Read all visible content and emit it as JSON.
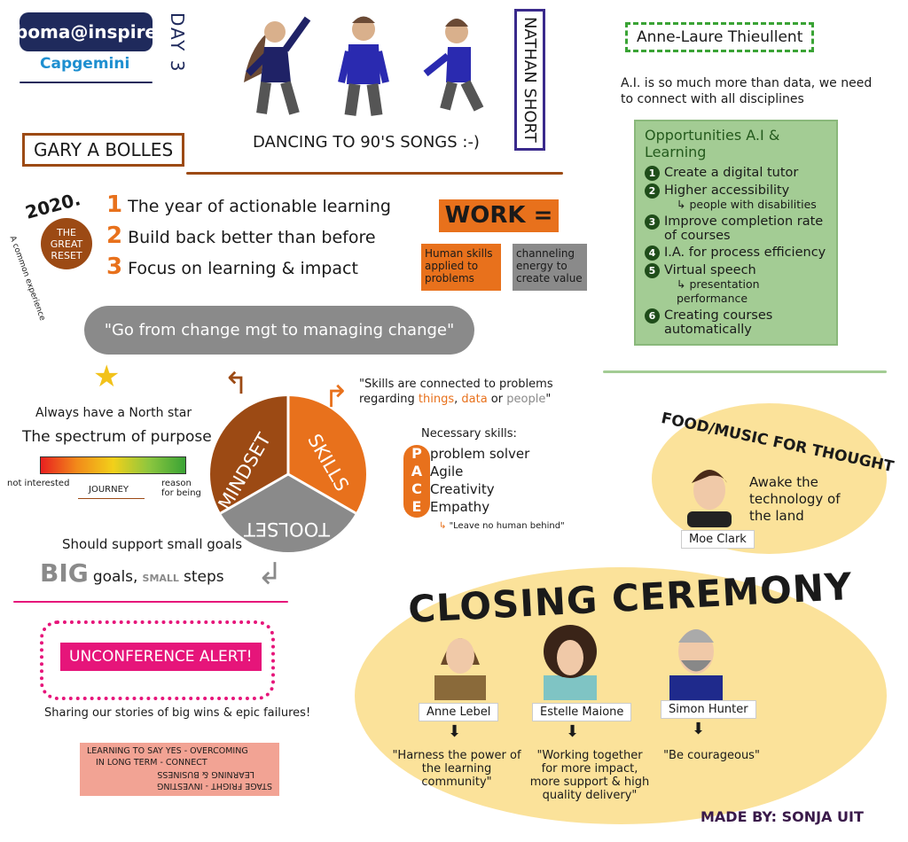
{
  "header": {
    "logo_top": "boma@inspire",
    "logo_bottom": "Capgemini",
    "day": "DAY 3"
  },
  "dance": {
    "performer": "NATHAN SHORT",
    "caption": "DANCING TO 90'S SONGS :-)"
  },
  "gary": {
    "speaker": "GARY A BOLLES",
    "badge": {
      "year": "2020.",
      "title": "THE GREAT RESET",
      "sub": "A common experience"
    },
    "list": [
      {
        "n": "1",
        "text": "The year of actionable learning"
      },
      {
        "n": "2",
        "text": "Build back better than before"
      },
      {
        "n": "3",
        "text": "Focus on learning & impact"
      }
    ],
    "work_title": "WORK =",
    "work_left": "Human skills applied to problems",
    "work_right": "channeling energy to create value",
    "quote": "\"Go from change mgt to managing change\"",
    "north_star": "Always have a North star",
    "spectrum": "The spectrum of purpose",
    "spectrum_left": "not interested",
    "spectrum_mid": "JOURNEY",
    "spectrum_right": "reason for being",
    "wheel": {
      "mindset": "MINDSET",
      "skills": "SKILLS",
      "toolset": "TOOLSET"
    },
    "skills_quote_pre": "\"Skills are connected to problems regarding ",
    "skills_things": "things",
    "skills_comma": ", ",
    "skills_data": "data",
    "skills_or": " or ",
    "skills_people": "people",
    "skills_end": "\"",
    "necessary": "Necessary skills:",
    "pace": [
      {
        "letter": "P",
        "text": "problem solver"
      },
      {
        "letter": "A",
        "text": "Agile"
      },
      {
        "letter": "C",
        "text": "Creativity"
      },
      {
        "letter": "E",
        "text": "Empathy"
      }
    ],
    "empathy_note": "\"Leave no human behind\"",
    "goals_line": "Should support small goals",
    "goals_big": "BIG",
    "goals_mid": "goals,",
    "goals_small": "SMALL",
    "goals_end": "steps"
  },
  "anne_laure": {
    "speaker": "Anne-Laure Thieullent",
    "statement": "A.I. is so much more than data, we need to connect with all disciplines",
    "box_title": "Opportunities A.I & Learning",
    "items": [
      {
        "n": "1",
        "text": "Create a digital tutor",
        "sub": ""
      },
      {
        "n": "2",
        "text": "Higher accessibility",
        "sub": "↳ people with disabilities"
      },
      {
        "n": "3",
        "text": "Improve completion rate of courses",
        "sub": ""
      },
      {
        "n": "4",
        "text": "I.A. for process efficiency",
        "sub": ""
      },
      {
        "n": "5",
        "text": "Virtual speech",
        "sub": "↳ presentation performance"
      },
      {
        "n": "6",
        "text": "Creating courses automatically",
        "sub": ""
      }
    ]
  },
  "unconference": {
    "alert": "UNCONFERENCE ALERT!",
    "sharing": "Sharing our stories of big wins & epic failures!",
    "spiral": [
      "LEARNING TO SAY YES - OVERCOMING",
      "IN LONG TERM - CONNECT",
      "LEARNING & BUSINESS",
      "STAGE FRIGHT - INVESTING"
    ]
  },
  "food_music": {
    "title": "FOOD/MUSIC FOR THOUGHT",
    "quote": "Awake the technology of the land",
    "name": "Moe Clark"
  },
  "closing": {
    "title": "CLOSING CEREMONY",
    "people": [
      {
        "name": "Anne Lebel",
        "quote": "\"Harness the power of the learning community\""
      },
      {
        "name": "Estelle Maione",
        "quote": "\"Working together for more impact, more support & high quality delivery\""
      },
      {
        "name": "Simon Hunter",
        "quote": "\"Be courageous\""
      }
    ]
  },
  "credit": "MADE BY: SONJA UIT",
  "colors": {
    "orange": "#e8711c",
    "brown": "#9c4a14",
    "grey": "#8a8a8a",
    "green": "#a3cc94",
    "yellow": "#fbe29a",
    "pink": "#e6157a",
    "navy": "#1f2a5c"
  }
}
